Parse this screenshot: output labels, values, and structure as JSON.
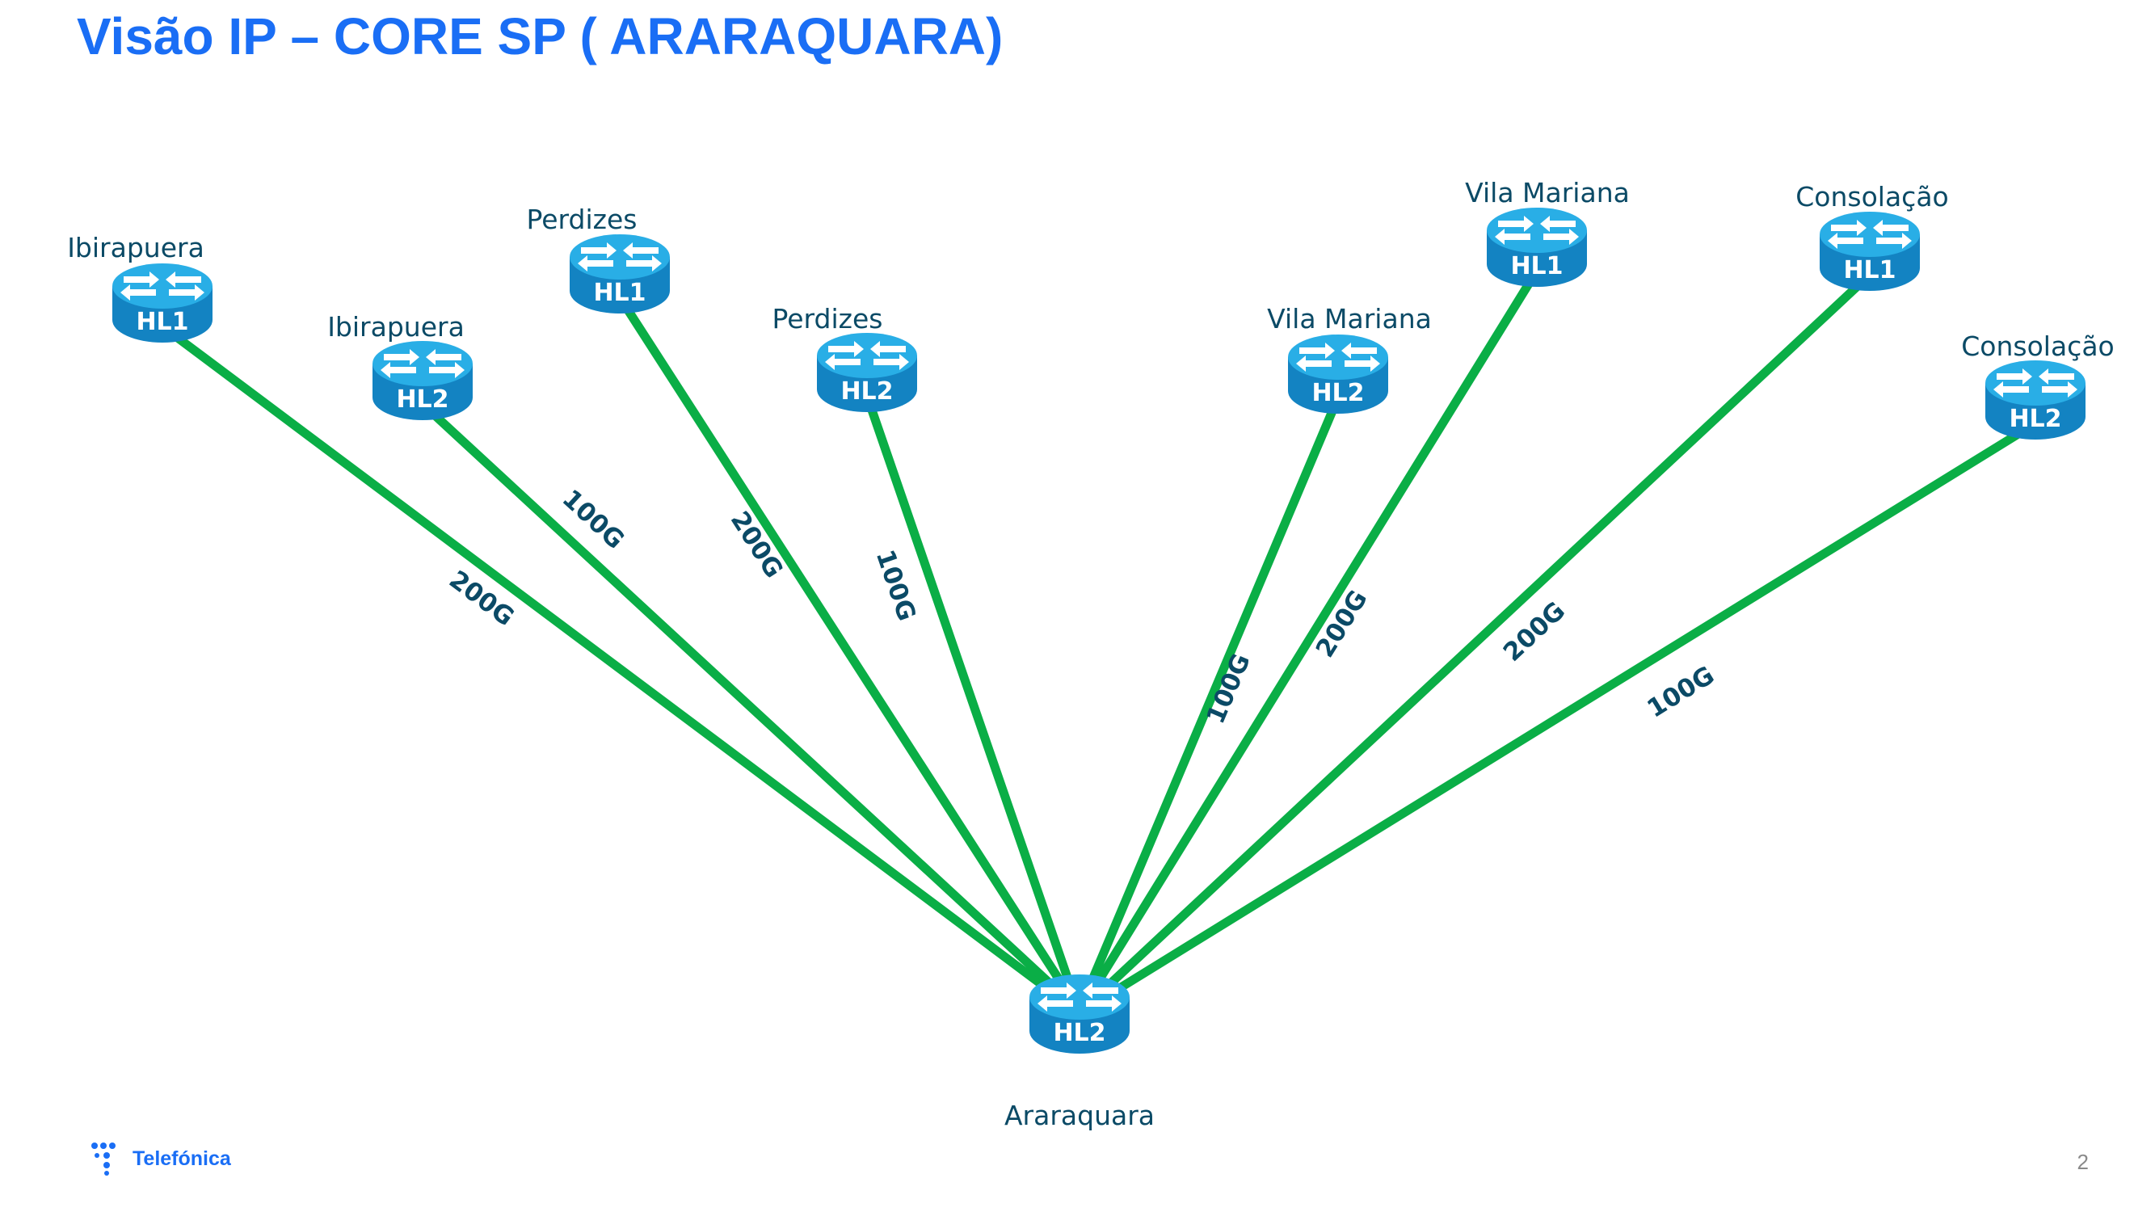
{
  "title": "Visão IP – CORE SP ( ARARAQUARA)",
  "colors": {
    "title": "#1a6ef5",
    "link": "#0aae46",
    "label_text": "#0b4a66",
    "router_top": "#29aee6",
    "router_side": "#1383c2"
  },
  "icons": {
    "router": "router-icon",
    "logo": "telefonica-logo-icon"
  },
  "hub": {
    "site": "Araraquara",
    "role": "HL2"
  },
  "nodes": [
    {
      "id": "ibirapuera-hl1",
      "site": "Ibirapuera",
      "role": "HL1"
    },
    {
      "id": "ibirapuera-hl2",
      "site": "Ibirapuera",
      "role": "HL2"
    },
    {
      "id": "perdizes-hl1",
      "site": "Perdizes",
      "role": "HL1"
    },
    {
      "id": "perdizes-hl2",
      "site": "Perdizes",
      "role": "HL2"
    },
    {
      "id": "vila-mariana-hl2",
      "site": "Vila Mariana",
      "role": "HL2"
    },
    {
      "id": "vila-mariana-hl1",
      "site": "Vila Mariana",
      "role": "HL1"
    },
    {
      "id": "consolacao-hl1",
      "site": "Consolação",
      "role": "HL1"
    },
    {
      "id": "consolacao-hl2",
      "site": "Consolação",
      "role": "HL2"
    }
  ],
  "links": [
    {
      "from": "ibirapuera-hl1",
      "to": "hub",
      "capacity": "200G"
    },
    {
      "from": "ibirapuera-hl2",
      "to": "hub",
      "capacity": "100G"
    },
    {
      "from": "perdizes-hl1",
      "to": "hub",
      "capacity": "200G"
    },
    {
      "from": "perdizes-hl2",
      "to": "hub",
      "capacity": "100G"
    },
    {
      "from": "vila-mariana-hl2",
      "to": "hub",
      "capacity": "100G"
    },
    {
      "from": "vila-mariana-hl1",
      "to": "hub",
      "capacity": "200G"
    },
    {
      "from": "consolacao-hl1",
      "to": "hub",
      "capacity": "200G"
    },
    {
      "from": "consolacao-hl2",
      "to": "hub",
      "capacity": "100G"
    }
  ],
  "footer": {
    "brand": "Telefónica",
    "page_number": "2"
  }
}
